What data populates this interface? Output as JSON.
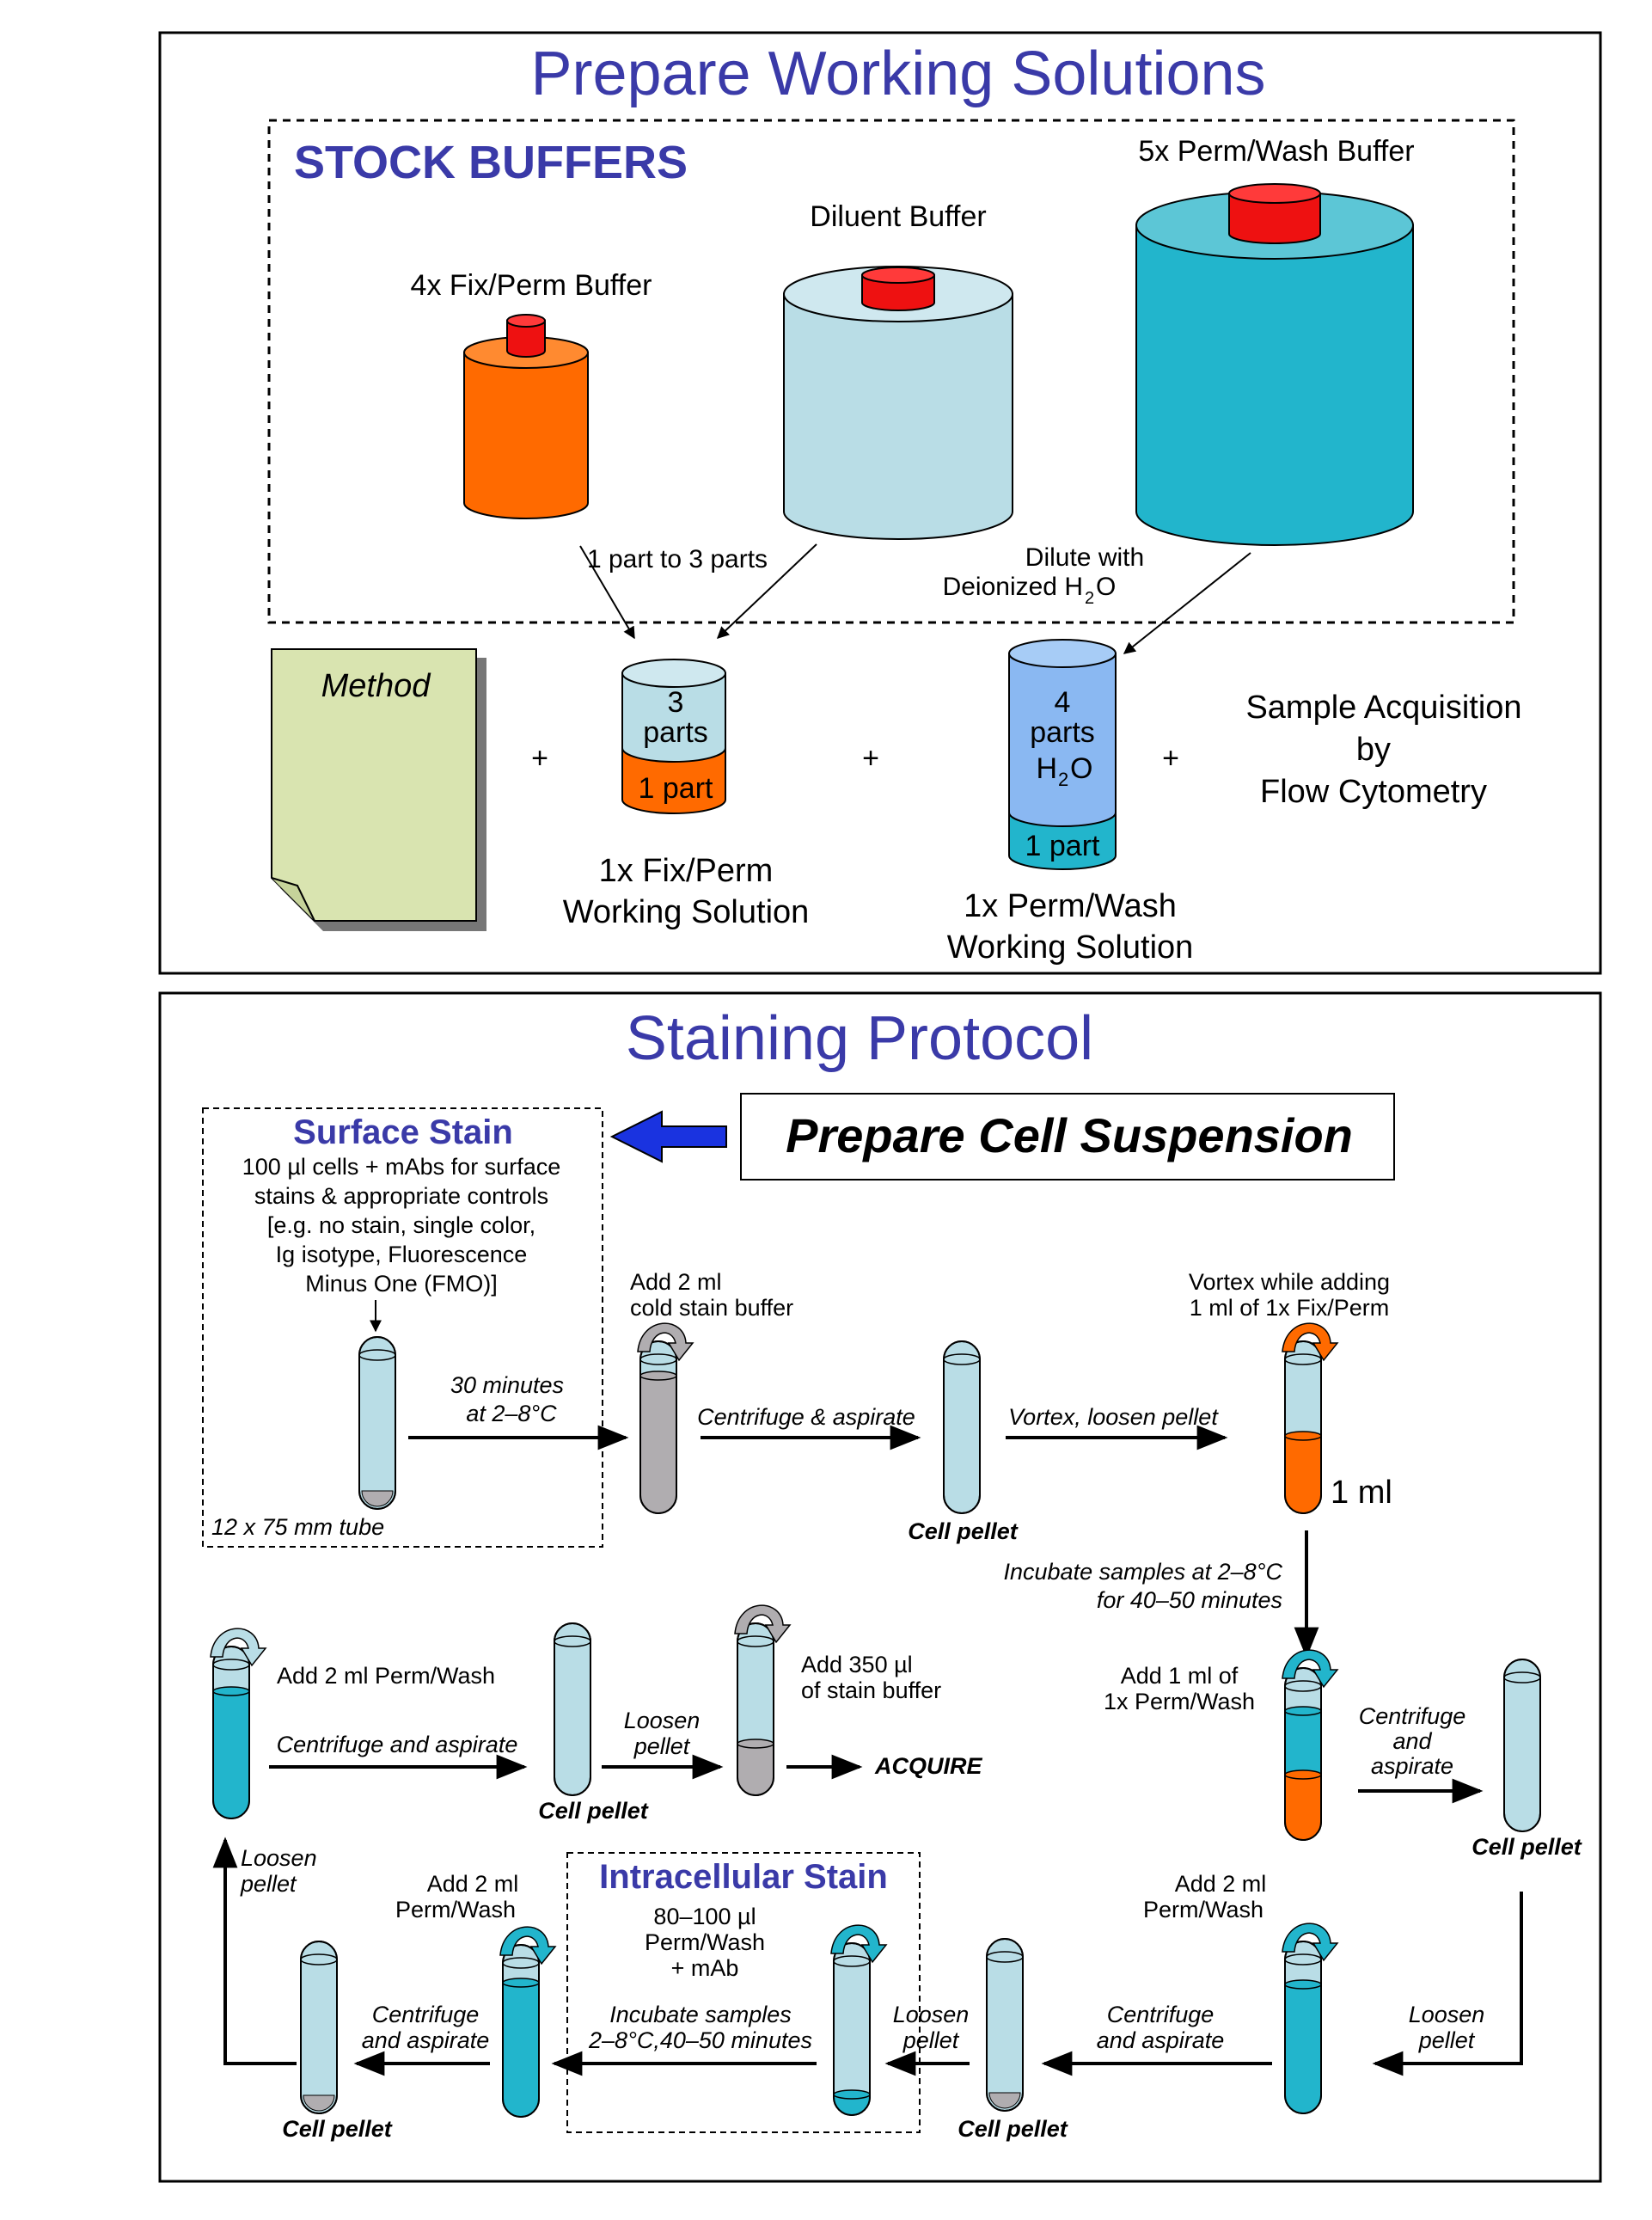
{
  "panel_top": {
    "title": "Prepare Working Solutions",
    "stock_buffers_label": "STOCK BUFFERS",
    "fix_perm_buffer": "4x Fix/Perm Buffer",
    "diluent_buffer": "Diluent Buffer",
    "perm_wash_buffer": "5x Perm/Wash Buffer",
    "ratio_note": "1 part to 3 parts",
    "dilute_note_line1": "Dilute with",
    "dilute_note_line2": "Deionized H",
    "dilute_note_sub": "2",
    "dilute_note_tail": "O",
    "method_label": "Method",
    "plus": "+",
    "fix_tube_top_line1": "3",
    "fix_tube_top_line2": "parts",
    "fix_tube_bottom": "1 part",
    "fix_caption_line1": "1x Fix/Perm",
    "fix_caption_line2": "Working Solution",
    "perm_tube_top_line1": "4",
    "perm_tube_top_line2": "parts",
    "perm_tube_top_line3": "H",
    "perm_tube_top_sub": "2",
    "perm_tube_top_tail": "O",
    "perm_tube_bottom": "1 part",
    "perm_caption_line1": "1x Perm/Wash",
    "perm_caption_line2": "Working Solution",
    "acq_line1": "Sample Acquisition",
    "acq_line2": "by",
    "acq_line3": "Flow Cytometry"
  },
  "panel_bottom": {
    "title": "Staining Protocol",
    "prepare_cell_suspension": "Prepare Cell Suspension",
    "surface_stain": {
      "title": "Surface Stain",
      "lines": [
        "100 µl cells + mAbs for surface",
        "stains & appropriate controls",
        "[e.g. no stain, single color,",
        "Ig isotype, Fluorescence",
        "Minus One (FMO)]"
      ],
      "tube_label": "12 x 75 mm tube"
    },
    "row1": {
      "step1_line1": "30 minutes",
      "step1_line2": "at 2–8°C",
      "add_line1": "Add 2 ml",
      "add_line2": "cold stain buffer",
      "step2": "Centrifuge & aspirate",
      "pellet": "Cell pellet",
      "step3": "Vortex, loosen pellet",
      "vortex_line1": "Vortex while adding",
      "vortex_line2": "1 ml of 1x Fix/Perm",
      "volume": "1 ml"
    },
    "incubate_line1": "Incubate samples at 2–8°C",
    "incubate_line2": "for 40–50 minutes",
    "row2": {
      "add_pw_line1": "Add 1 ml of",
      "add_pw_line2": "1x Perm/Wash",
      "centrifuge_line1": "Centrifuge",
      "centrifuge_line2": "and",
      "centrifuge_line3": "aspirate",
      "pellet_right": "Cell pellet",
      "add_2ml_pw": "Add 2 ml Perm/Wash",
      "centrifuge_aspirate": "Centrifuge and aspirate",
      "pellet_left": "Cell pellet",
      "loosen_line1": "Loosen",
      "loosen_line2": "pellet",
      "add350_line1": "Add 350 µl",
      "add350_line2": "of stain buffer",
      "acquire": "ACQUIRE"
    },
    "row3": {
      "loosen_right_line1": "Loosen",
      "loosen_right_line2": "pellet",
      "add2ml_right_line1": "Add 2 ml",
      "add2ml_right_line2": "Perm/Wash",
      "centrifuge_right_line1": "Centrifuge",
      "centrifuge_right_line2": "and aspirate",
      "pellet_mid": "Cell pellet",
      "loosen_mid_line1": "Loosen",
      "loosen_mid_line2": "pellet",
      "intracellular_title": "Intracellular Stain",
      "intra_line1": "80–100 µl",
      "intra_line2": "Perm/Wash",
      "intra_line3": "+ mAb",
      "incubate_line1": "Incubate samples",
      "incubate_line2": "2–8°C,40–50 minutes",
      "add2ml_left_line1": "Add 2 ml",
      "add2ml_left_line2": "Perm/Wash",
      "centrifuge_left_line1": "Centrifuge",
      "centrifuge_left_line2": "and aspirate",
      "pellet_left": "Cell pellet",
      "loosen_left_line1": "Loosen",
      "loosen_left_line2": "pellet"
    }
  },
  "colors": {
    "title_blue": "#3a3aa8",
    "orange": "#ff6a00",
    "teal": "#22b5cc",
    "light_blue": "#b9dde6",
    "gray": "#b0adb0",
    "red_cap": "#ee1111",
    "method_paper": "#d9e4b0"
  }
}
